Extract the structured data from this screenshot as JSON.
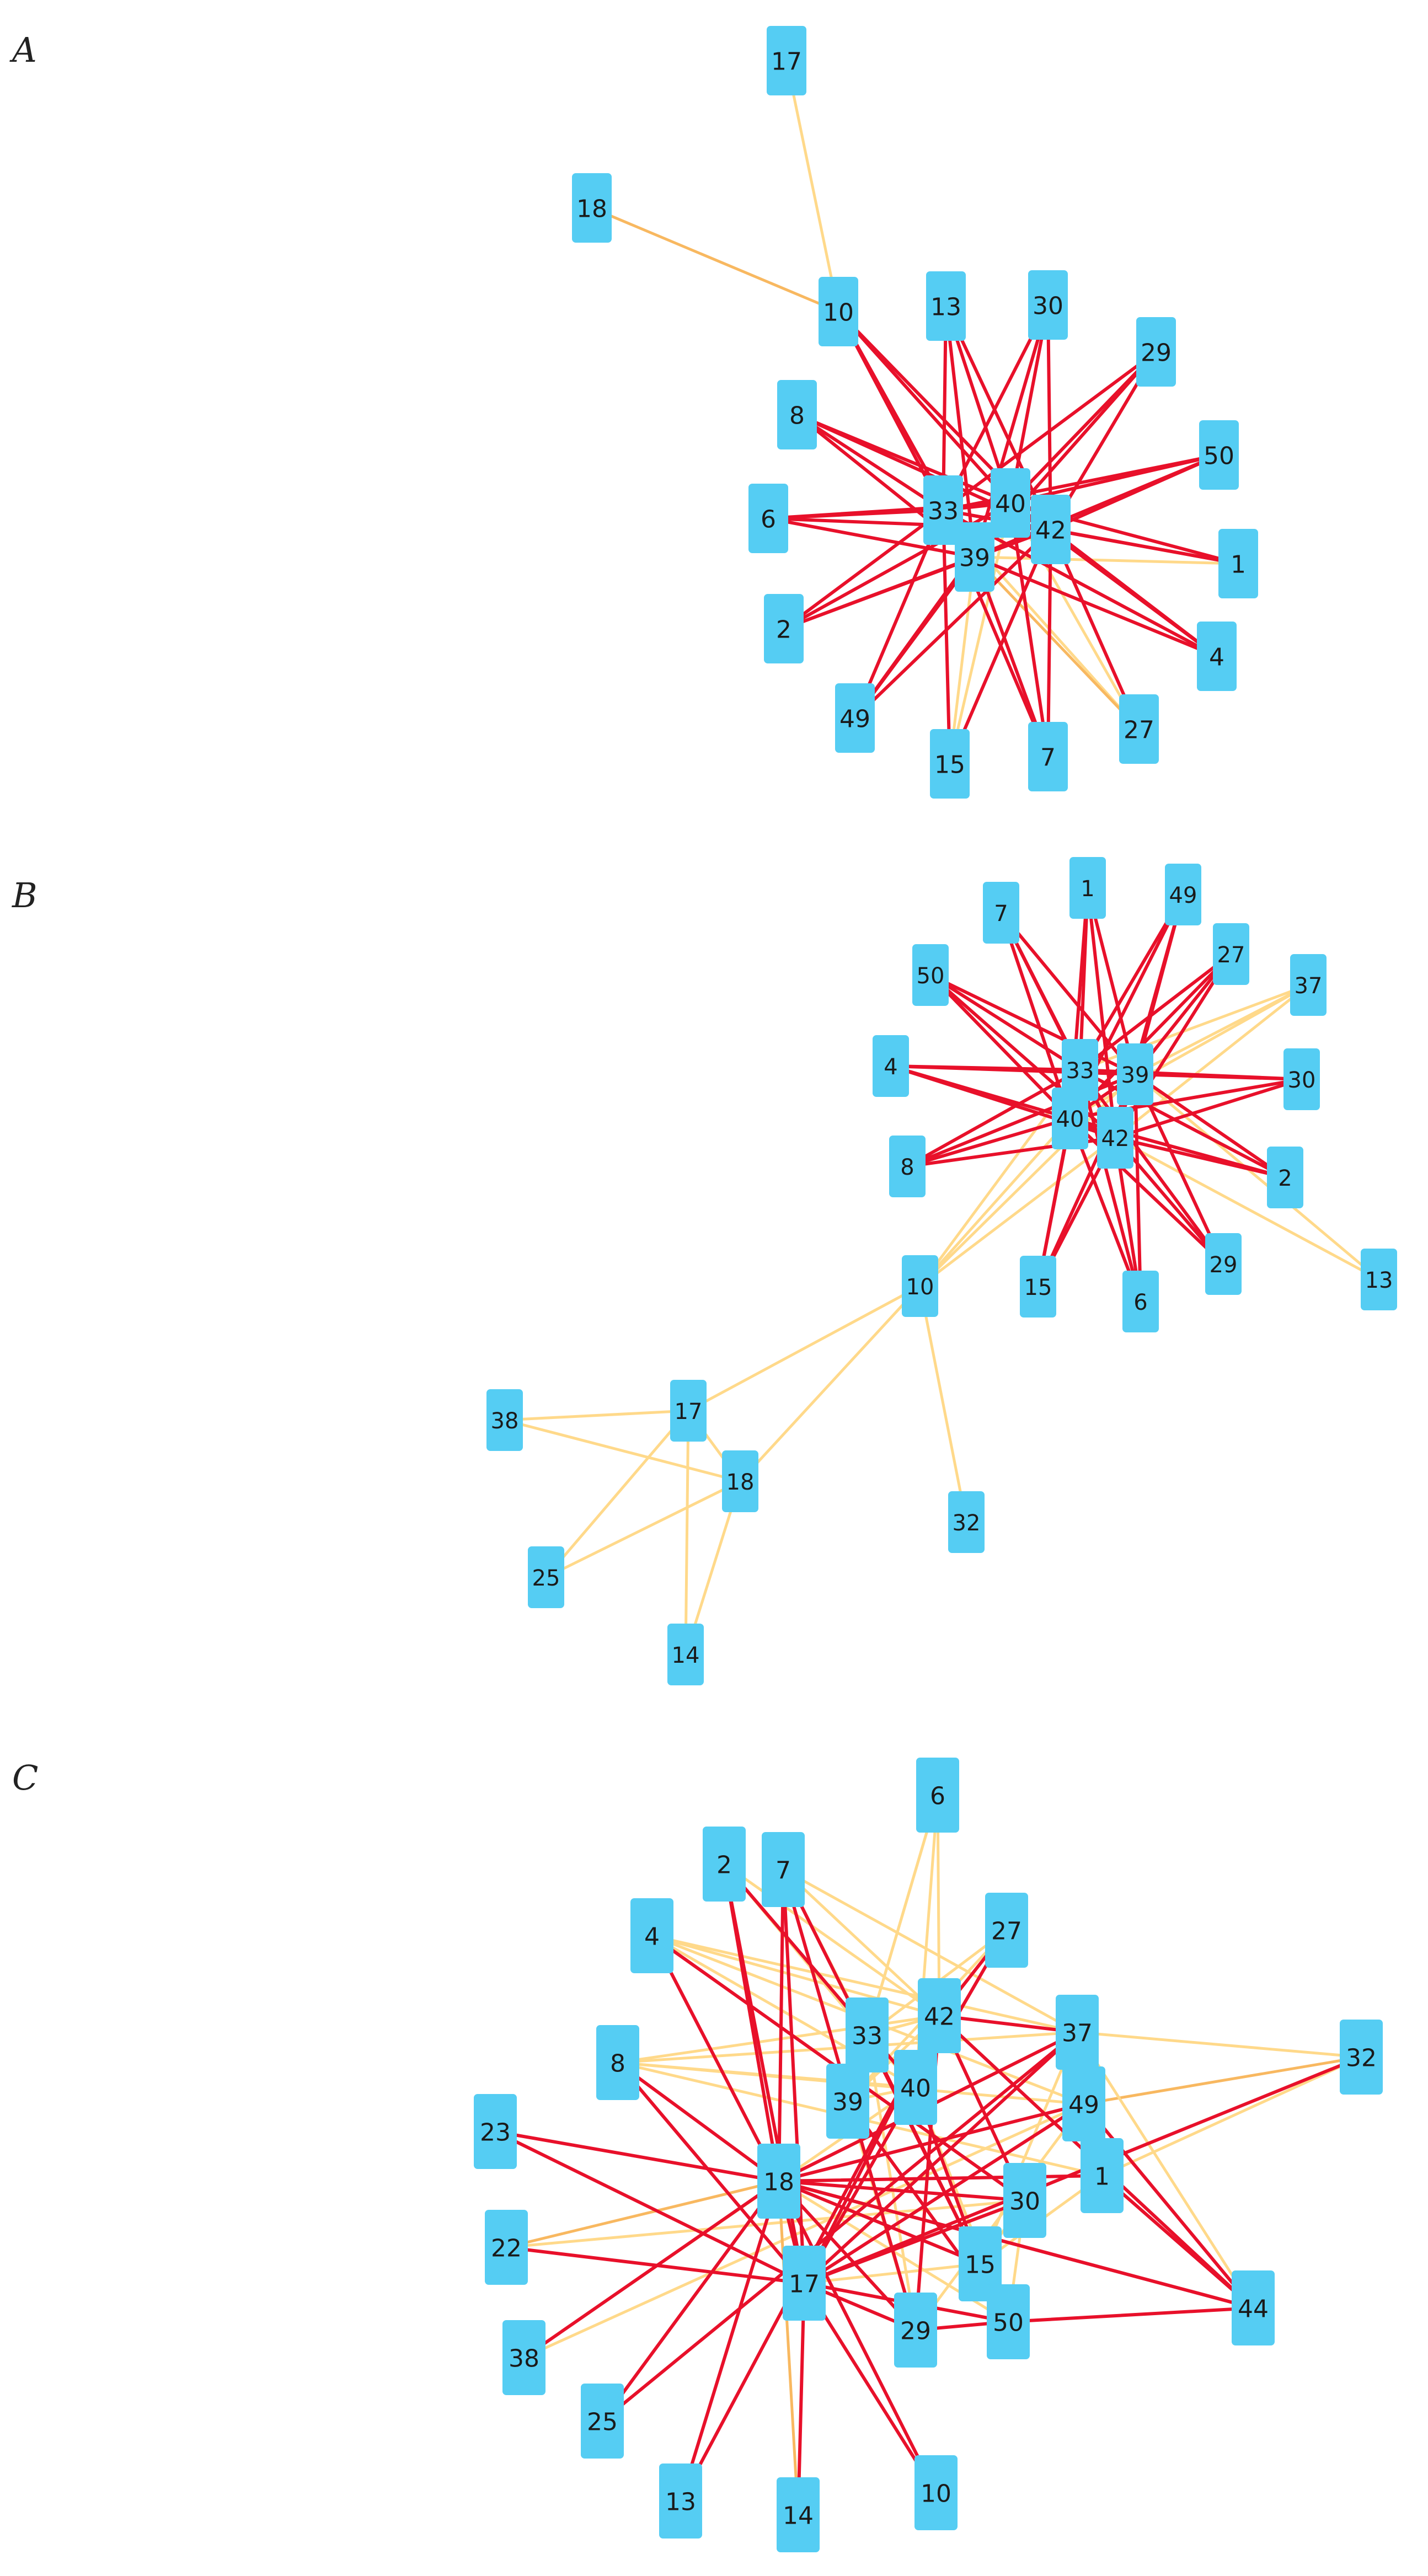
{
  "colors": {
    "strong_edge": "#e8102a",
    "weak_edge": "#ffd98a",
    "medium_edge": "#f8b860",
    "node_fill": "#55cdf3",
    "label": "#1a1a1a"
  },
  "panels": [
    {
      "letter": "A",
      "nodes": [
        "17",
        "18",
        "10",
        "13",
        "30",
        "29",
        "8",
        "50",
        "6",
        "33",
        "40",
        "42",
        "1",
        "39",
        "2",
        "4",
        "49",
        "15",
        "7",
        "27"
      ],
      "edges": [
        [
          "17",
          "10",
          "w"
        ],
        [
          "18",
          "10",
          "m"
        ],
        [
          "10",
          "33",
          "s"
        ],
        [
          "10",
          "39",
          "s"
        ],
        [
          "10",
          "40",
          "s"
        ],
        [
          "10",
          "42",
          "s"
        ],
        [
          "13",
          "33",
          "s"
        ],
        [
          "13",
          "39",
          "s"
        ],
        [
          "13",
          "40",
          "s"
        ],
        [
          "13",
          "42",
          "s"
        ],
        [
          "30",
          "33",
          "s"
        ],
        [
          "30",
          "39",
          "s"
        ],
        [
          "30",
          "40",
          "s"
        ],
        [
          "30",
          "42",
          "s"
        ],
        [
          "29",
          "33",
          "s"
        ],
        [
          "29",
          "39",
          "s"
        ],
        [
          "29",
          "40",
          "s"
        ],
        [
          "29",
          "42",
          "s"
        ],
        [
          "8",
          "33",
          "s"
        ],
        [
          "8",
          "39",
          "s"
        ],
        [
          "8",
          "40",
          "s"
        ],
        [
          "8",
          "42",
          "s"
        ],
        [
          "50",
          "33",
          "s"
        ],
        [
          "50",
          "39",
          "s"
        ],
        [
          "50",
          "40",
          "s"
        ],
        [
          "50",
          "42",
          "s"
        ],
        [
          "6",
          "33",
          "s"
        ],
        [
          "6",
          "39",
          "s"
        ],
        [
          "6",
          "40",
          "s"
        ],
        [
          "6",
          "42",
          "s"
        ],
        [
          "1",
          "33",
          "s"
        ],
        [
          "1",
          "39",
          "w"
        ],
        [
          "1",
          "40",
          "s"
        ],
        [
          "1",
          "42",
          "s"
        ],
        [
          "2",
          "33",
          "s"
        ],
        [
          "2",
          "39",
          "s"
        ],
        [
          "2",
          "40",
          "s"
        ],
        [
          "2",
          "42",
          "s"
        ],
        [
          "4",
          "33",
          "s"
        ],
        [
          "4",
          "39",
          "s"
        ],
        [
          "4",
          "40",
          "s"
        ],
        [
          "4",
          "42",
          "s"
        ],
        [
          "49",
          "33",
          "s"
        ],
        [
          "49",
          "39",
          "s"
        ],
        [
          "49",
          "40",
          "s"
        ],
        [
          "49",
          "42",
          "s"
        ],
        [
          "15",
          "33",
          "s"
        ],
        [
          "15",
          "39",
          "w"
        ],
        [
          "15",
          "40",
          "w"
        ],
        [
          "15",
          "42",
          "s"
        ],
        [
          "7",
          "33",
          "s"
        ],
        [
          "7",
          "39",
          "s"
        ],
        [
          "7",
          "40",
          "s"
        ],
        [
          "7",
          "42",
          "s"
        ],
        [
          "27",
          "33",
          "w"
        ],
        [
          "27",
          "39",
          "m"
        ],
        [
          "27",
          "40",
          "w"
        ],
        [
          "27",
          "42",
          "s"
        ],
        [
          "33",
          "40",
          "s"
        ],
        [
          "33",
          "39",
          "s"
        ],
        [
          "33",
          "42",
          "s"
        ],
        [
          "40",
          "42",
          "s"
        ],
        [
          "39",
          "42",
          "s"
        ]
      ]
    },
    {
      "letter": "B",
      "nodes": [
        "1",
        "7",
        "49",
        "27",
        "37",
        "50",
        "4",
        "33",
        "39",
        "30",
        "40",
        "42",
        "8",
        "2",
        "10",
        "15",
        "6",
        "29",
        "13",
        "17",
        "38",
        "18",
        "32",
        "25",
        "14"
      ],
      "edges": [
        [
          "7",
          "33",
          "s"
        ],
        [
          "7",
          "39",
          "s"
        ],
        [
          "7",
          "40",
          "s"
        ],
        [
          "7",
          "42",
          "s"
        ],
        [
          "1",
          "33",
          "s"
        ],
        [
          "1",
          "39",
          "s"
        ],
        [
          "1",
          "40",
          "s"
        ],
        [
          "1",
          "42",
          "s"
        ],
        [
          "49",
          "33",
          "s"
        ],
        [
          "49",
          "39",
          "s"
        ],
        [
          "49",
          "40",
          "s"
        ],
        [
          "49",
          "42",
          "s"
        ],
        [
          "27",
          "33",
          "s"
        ],
        [
          "27",
          "39",
          "s"
        ],
        [
          "27",
          "40",
          "s"
        ],
        [
          "27",
          "42",
          "s"
        ],
        [
          "37",
          "33",
          "w"
        ],
        [
          "37",
          "39",
          "w"
        ],
        [
          "37",
          "40",
          "w"
        ],
        [
          "37",
          "42",
          "w"
        ],
        [
          "50",
          "33",
          "s"
        ],
        [
          "50",
          "39",
          "s"
        ],
        [
          "50",
          "40",
          "s"
        ],
        [
          "50",
          "42",
          "s"
        ],
        [
          "4",
          "33",
          "s"
        ],
        [
          "4",
          "39",
          "s"
        ],
        [
          "4",
          "40",
          "s"
        ],
        [
          "4",
          "42",
          "s"
        ],
        [
          "30",
          "33",
          "s"
        ],
        [
          "30",
          "39",
          "s"
        ],
        [
          "30",
          "40",
          "s"
        ],
        [
          "30",
          "42",
          "s"
        ],
        [
          "8",
          "33",
          "s"
        ],
        [
          "8",
          "39",
          "s"
        ],
        [
          "8",
          "40",
          "s"
        ],
        [
          "8",
          "42",
          "s"
        ],
        [
          "2",
          "33",
          "s"
        ],
        [
          "2",
          "39",
          "s"
        ],
        [
          "2",
          "40",
          "s"
        ],
        [
          "2",
          "42",
          "s"
        ],
        [
          "15",
          "33",
          "s"
        ],
        [
          "15",
          "39",
          "s"
        ],
        [
          "15",
          "40",
          "s"
        ],
        [
          "15",
          "42",
          "s"
        ],
        [
          "6",
          "33",
          "s"
        ],
        [
          "6",
          "39",
          "s"
        ],
        [
          "6",
          "40",
          "s"
        ],
        [
          "6",
          "42",
          "s"
        ],
        [
          "29",
          "33",
          "s"
        ],
        [
          "29",
          "39",
          "s"
        ],
        [
          "29",
          "40",
          "s"
        ],
        [
          "29",
          "42",
          "s"
        ],
        [
          "13",
          "42",
          "w"
        ],
        [
          "13",
          "39",
          "w"
        ],
        [
          "10",
          "33",
          "w"
        ],
        [
          "10",
          "39",
          "w"
        ],
        [
          "10",
          "40",
          "w"
        ],
        [
          "10",
          "42",
          "w"
        ],
        [
          "10",
          "17",
          "w"
        ],
        [
          "10",
          "18",
          "w"
        ],
        [
          "10",
          "32",
          "w"
        ],
        [
          "17",
          "38",
          "w"
        ],
        [
          "17",
          "25",
          "w"
        ],
        [
          "17",
          "14",
          "w"
        ],
        [
          "17",
          "18",
          "w"
        ],
        [
          "18",
          "38",
          "w"
        ],
        [
          "18",
          "25",
          "w"
        ],
        [
          "18",
          "14",
          "w"
        ],
        [
          "33",
          "39",
          "s"
        ],
        [
          "33",
          "40",
          "s"
        ],
        [
          "33",
          "42",
          "s"
        ],
        [
          "39",
          "42",
          "s"
        ],
        [
          "40",
          "42",
          "s"
        ],
        [
          "39",
          "40",
          "s"
        ]
      ]
    },
    {
      "letter": "C",
      "nodes": [
        "6",
        "2",
        "7",
        "27",
        "4",
        "42",
        "33",
        "37",
        "32",
        "8",
        "40",
        "39",
        "49",
        "23",
        "18",
        "1",
        "30",
        "22",
        "15",
        "17",
        "44",
        "50",
        "29",
        "38",
        "25",
        "10",
        "13",
        "14"
      ],
      "edges": [
        [
          "6",
          "42",
          "w"
        ],
        [
          "6",
          "40",
          "w"
        ],
        [
          "6",
          "33",
          "w"
        ],
        [
          "6",
          "39",
          "w"
        ],
        [
          "2",
          "33",
          "w"
        ],
        [
          "2",
          "42",
          "w"
        ],
        [
          "2",
          "18",
          "s"
        ],
        [
          "2",
          "17",
          "s"
        ],
        [
          "2",
          "40",
          "s"
        ],
        [
          "7",
          "33",
          "w"
        ],
        [
          "7",
          "42",
          "w"
        ],
        [
          "7",
          "37",
          "w"
        ],
        [
          "7",
          "18",
          "s"
        ],
        [
          "7",
          "17",
          "s"
        ],
        [
          "7",
          "15",
          "s"
        ],
        [
          "7",
          "29",
          "s"
        ],
        [
          "27",
          "33",
          "w"
        ],
        [
          "27",
          "39",
          "w"
        ],
        [
          "27",
          "40",
          "s"
        ],
        [
          "27",
          "42",
          "s"
        ],
        [
          "4",
          "42",
          "w"
        ],
        [
          "4",
          "37",
          "w"
        ],
        [
          "4",
          "40",
          "w"
        ],
        [
          "4",
          "49",
          "w"
        ],
        [
          "4",
          "18",
          "s"
        ],
        [
          "4",
          "30",
          "s"
        ],
        [
          "8",
          "37",
          "w"
        ],
        [
          "8",
          "40",
          "w"
        ],
        [
          "8",
          "42",
          "w"
        ],
        [
          "8",
          "49",
          "w"
        ],
        [
          "8",
          "18",
          "s"
        ],
        [
          "8",
          "17",
          "s"
        ],
        [
          "8",
          "1",
          "w"
        ],
        [
          "23",
          "18",
          "s"
        ],
        [
          "23",
          "17",
          "s"
        ],
        [
          "22",
          "18",
          "m"
        ],
        [
          "22",
          "17",
          "s"
        ],
        [
          "22",
          "30",
          "w"
        ],
        [
          "38",
          "18",
          "s"
        ],
        [
          "38",
          "40",
          "w"
        ],
        [
          "38",
          "49",
          "w"
        ],
        [
          "25",
          "18",
          "s"
        ],
        [
          "25",
          "37",
          "s"
        ],
        [
          "13",
          "18",
          "s"
        ],
        [
          "13",
          "42",
          "s"
        ],
        [
          "14",
          "18",
          "m"
        ],
        [
          "14",
          "17",
          "s"
        ],
        [
          "10",
          "17",
          "s"
        ],
        [
          "10",
          "18",
          "s"
        ],
        [
          "32",
          "37",
          "w"
        ],
        [
          "32",
          "49",
          "m"
        ],
        [
          "32",
          "17",
          "s"
        ],
        [
          "32",
          "1",
          "w"
        ],
        [
          "44",
          "42",
          "s"
        ],
        [
          "44",
          "1",
          "s"
        ],
        [
          "44",
          "18",
          "s"
        ],
        [
          "44",
          "49",
          "s"
        ],
        [
          "44",
          "50",
          "s"
        ],
        [
          "44",
          "37",
          "w"
        ],
        [
          "18",
          "37",
          "s"
        ],
        [
          "18",
          "30",
          "s"
        ],
        [
          "18",
          "1",
          "s"
        ],
        [
          "18",
          "15",
          "s"
        ],
        [
          "18",
          "29",
          "s"
        ],
        [
          "18",
          "50",
          "w"
        ],
        [
          "18",
          "44",
          "s"
        ],
        [
          "18",
          "49",
          "s"
        ],
        [
          "18",
          "17",
          "s"
        ],
        [
          "17",
          "37",
          "s"
        ],
        [
          "17",
          "40",
          "s"
        ],
        [
          "17",
          "49",
          "s"
        ],
        [
          "17",
          "30",
          "s"
        ],
        [
          "17",
          "15",
          "w"
        ],
        [
          "17",
          "50",
          "s"
        ],
        [
          "17",
          "29",
          "s"
        ],
        [
          "17",
          "42",
          "s"
        ],
        [
          "33",
          "15",
          "s"
        ],
        [
          "33",
          "29",
          "w"
        ],
        [
          "39",
          "50",
          "s"
        ],
        [
          "39",
          "29",
          "w"
        ],
        [
          "40",
          "15",
          "s"
        ],
        [
          "40",
          "50",
          "w"
        ],
        [
          "42",
          "29",
          "s"
        ],
        [
          "42",
          "30",
          "s"
        ],
        [
          "37",
          "1",
          "s"
        ],
        [
          "37",
          "15",
          "w"
        ],
        [
          "49",
          "29",
          "w"
        ],
        [
          "30",
          "50",
          "w"
        ],
        [
          "1",
          "15",
          "w"
        ],
        [
          "15",
          "50",
          "s"
        ],
        [
          "29",
          "50",
          "s"
        ],
        [
          "30",
          "15",
          "w"
        ],
        [
          "33",
          "40",
          "w"
        ],
        [
          "39",
          "40",
          "w"
        ],
        [
          "42",
          "37",
          "s"
        ],
        [
          "37",
          "49",
          "w"
        ],
        [
          "33",
          "42",
          "w"
        ],
        [
          "39",
          "42",
          "w"
        ]
      ]
    }
  ]
}
